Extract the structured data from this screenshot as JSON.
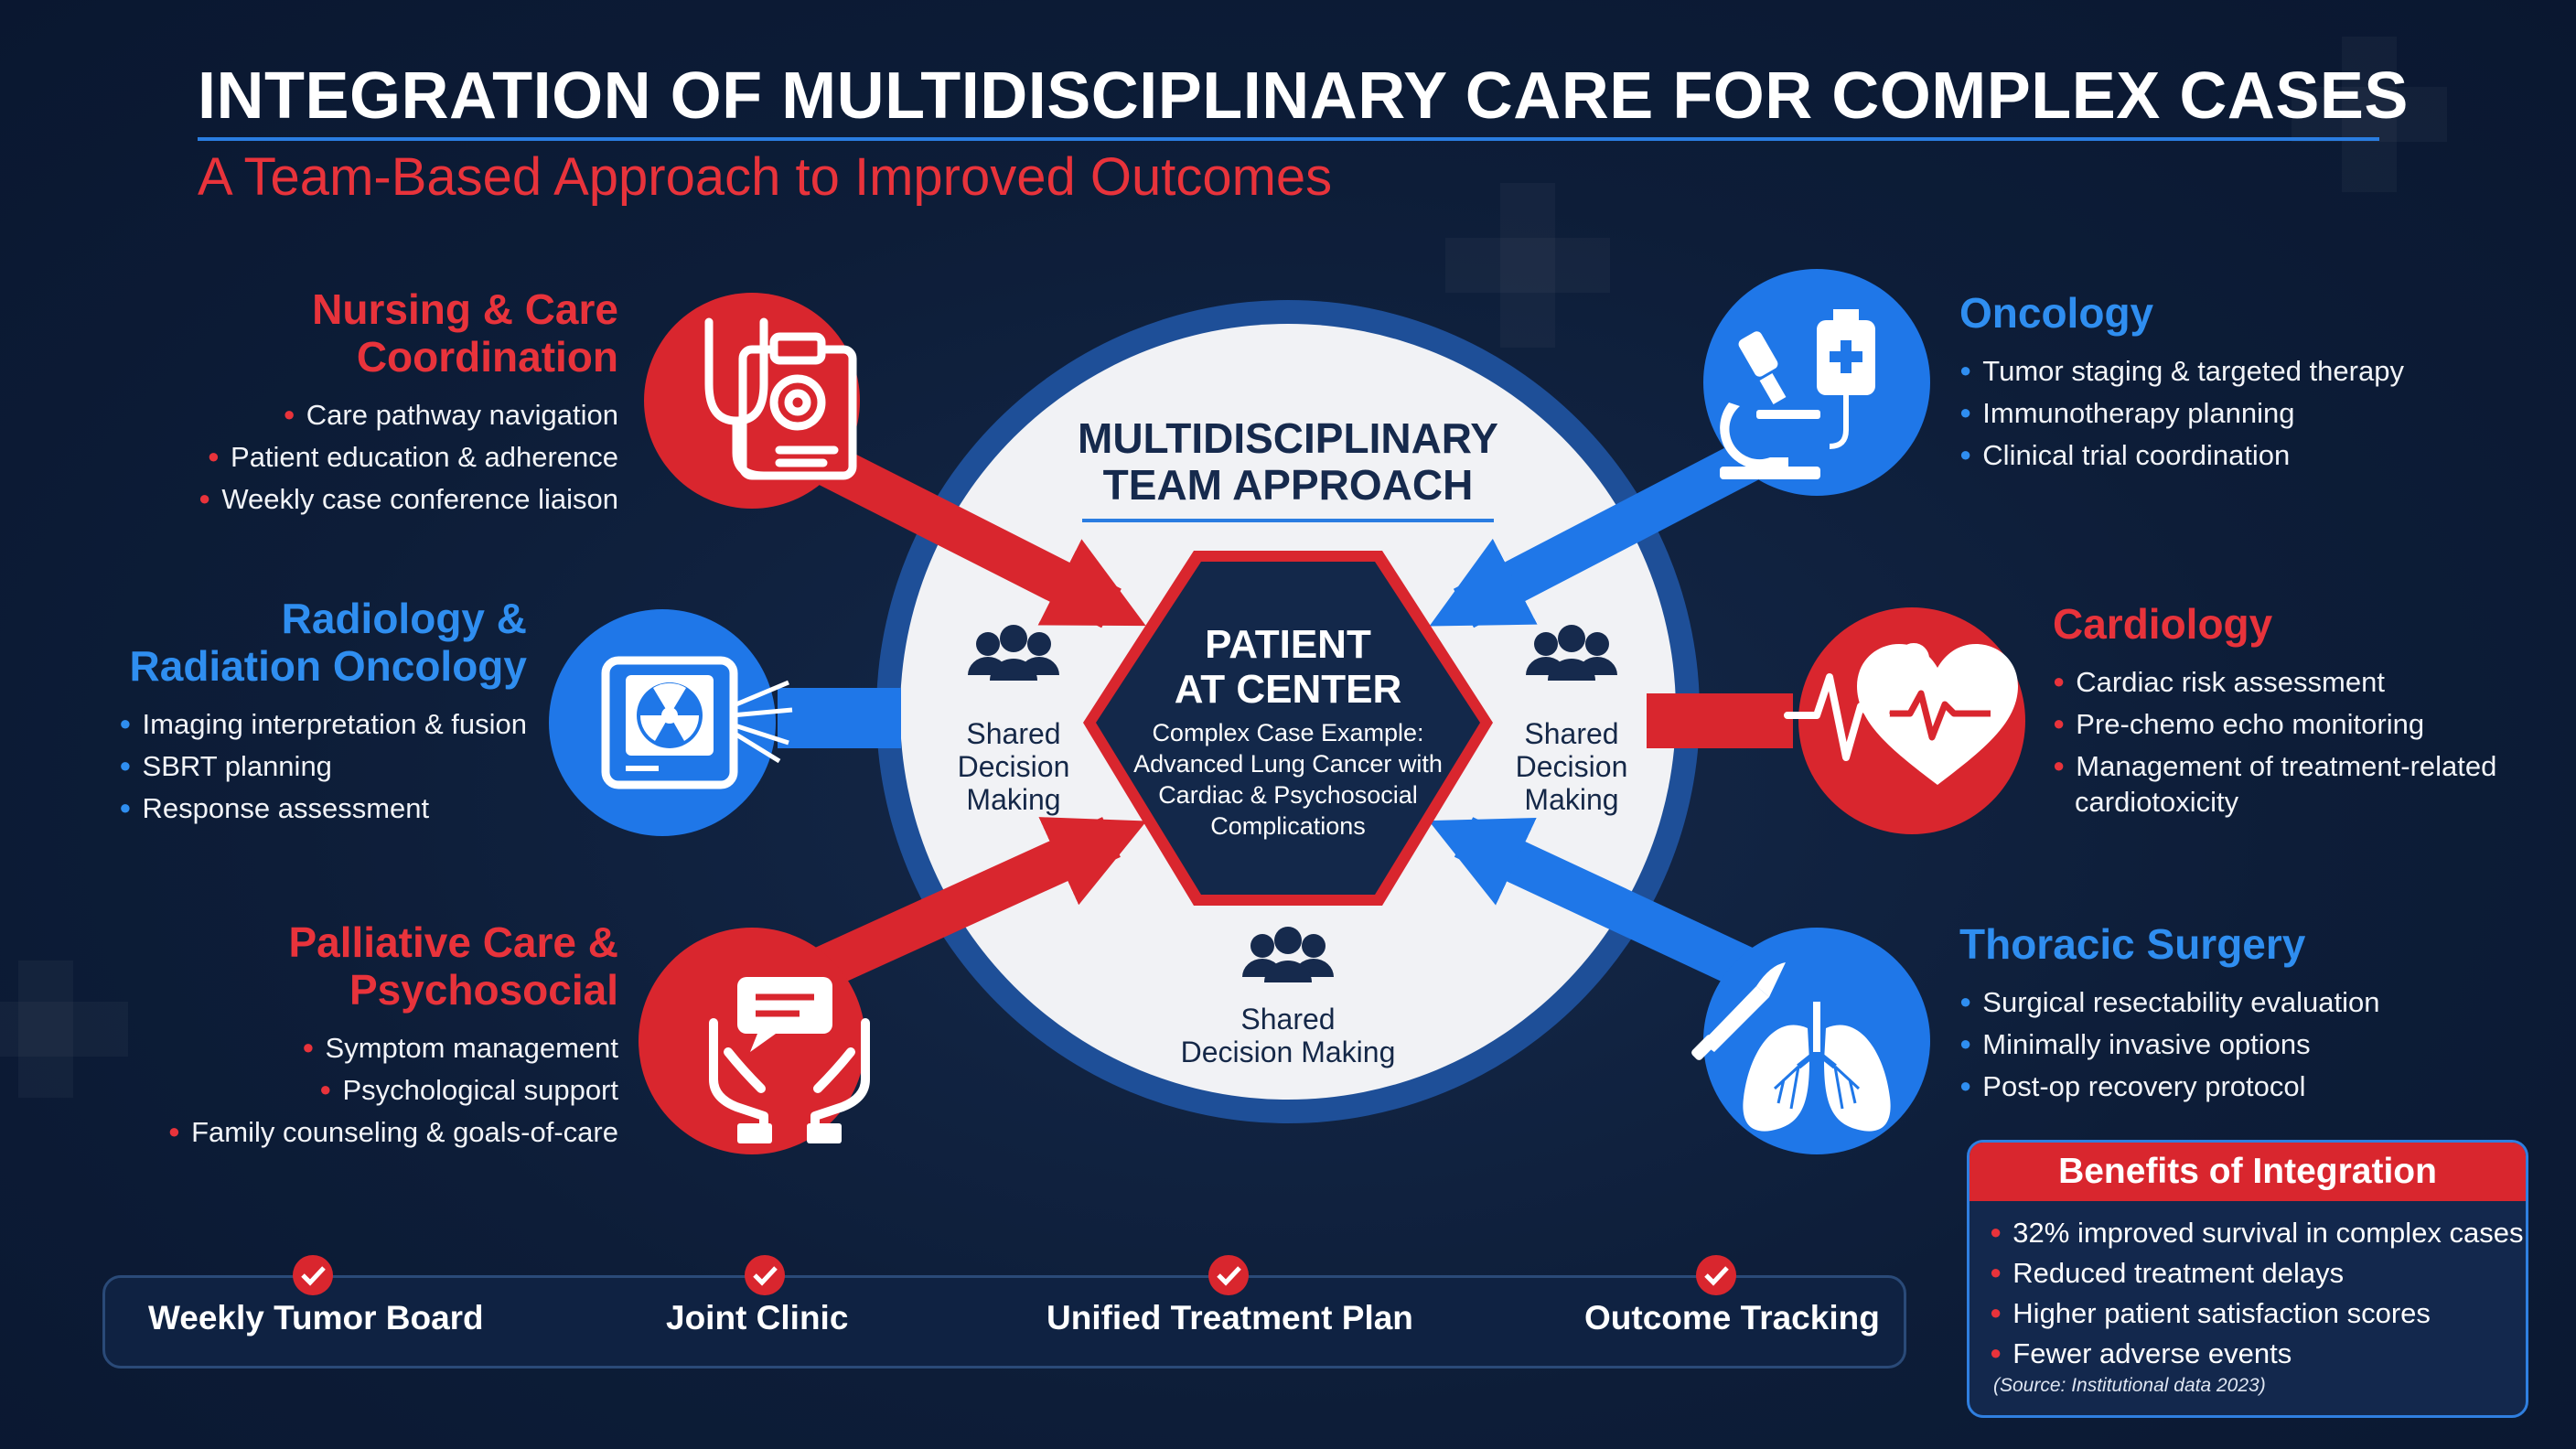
{
  "title": "INTEGRATION OF MULTIDISCIPLINARY CARE FOR COMPLEX CASES",
  "subtitle": "A Team-Based Approach to Improved Outcomes",
  "center": {
    "heading_line1": "MULTIDISCIPLINARY",
    "heading_line2": "TEAM APPROACH",
    "patient_line1": "PATIENT",
    "patient_line2": "AT CENTER",
    "case_line1": "Complex Case Example:",
    "case_line2": "Advanced Lung Cancer with",
    "case_line3": "Cardiac & Psychosocial",
    "case_line4": "Complications",
    "shared_left": [
      "Shared",
      "Decision",
      "Making"
    ],
    "shared_right": [
      "Shared",
      "Decision",
      "Making"
    ],
    "shared_bottom": [
      "Shared",
      "Decision Making"
    ]
  },
  "departments": {
    "nursing": {
      "title_line1": "Nursing & Care",
      "title_line2": "Coordination",
      "items": [
        "Care pathway navigation",
        "Patient education & adherence",
        "Weekly case conference liaison"
      ],
      "icon": "stethoscope-clipboard-icon"
    },
    "radiology": {
      "title_line1": "Radiology &",
      "title_line2": "Radiation Oncology",
      "items": [
        "Imaging interpretation & fusion",
        "SBRT planning",
        "Response assessment"
      ],
      "icon": "radiation-scanner-icon"
    },
    "palliative": {
      "title_line1": "Palliative Care &",
      "title_line2": "Psychosocial",
      "items": [
        "Symptom management",
        "Psychological support",
        "Family counseling & goals-of-care"
      ],
      "icon": "caring-hands-chat-icon"
    },
    "oncology": {
      "title": "Oncology",
      "items": [
        "Tumor staging & targeted therapy",
        "Immunotherapy planning",
        "Clinical trial coordination"
      ],
      "icon": "microscope-iv-bag-icon"
    },
    "cardiology": {
      "title": "Cardiology",
      "items": [
        "Cardiac risk assessment",
        "Pre-chemo echo monitoring",
        "Management of treatment-related",
        "cardiotoxicity"
      ],
      "icon": "heart-ecg-icon"
    },
    "thoracic": {
      "title": "Thoracic Surgery",
      "items": [
        "Surgical resectability evaluation",
        "Minimally invasive options",
        "Post-op recovery protocol"
      ],
      "icon": "lungs-scalpel-icon"
    }
  },
  "workflow": {
    "steps": [
      "Weekly Tumor Board",
      "Joint Clinic",
      "Unified Treatment Plan",
      "Outcome Tracking"
    ]
  },
  "benefits": {
    "title": "Benefits of Integration",
    "items": [
      "32% improved survival in complex cases",
      "Reduced treatment delays",
      "Higher patient satisfaction scores",
      "Fewer adverse events"
    ],
    "source": "(Source: Institutional data 2023)"
  },
  "colors": {
    "red": "#d9262e",
    "blue": "#1f77e8",
    "navy": "#0c1a33",
    "light_blue": "#2f8ef0"
  }
}
